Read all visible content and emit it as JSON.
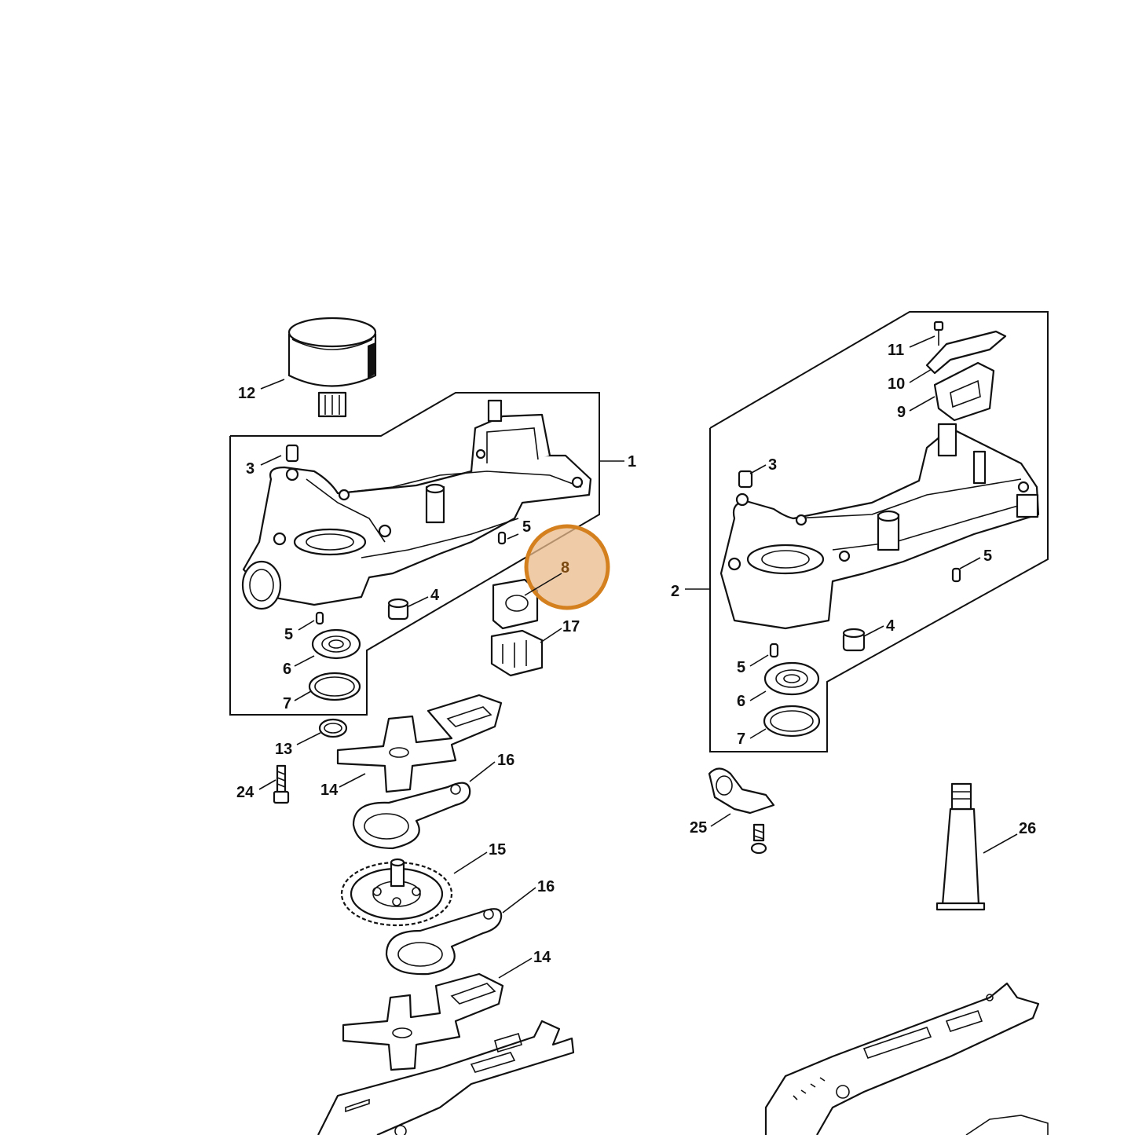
{
  "colors": {
    "line": "#111111",
    "background": "#ffffff",
    "highlight_fill": "#e9b98a",
    "highlight_stroke": "#d4801e"
  },
  "highlighted_part": "8",
  "callouts": [
    "12",
    "3",
    "1",
    "5",
    "8",
    "4",
    "5",
    "17",
    "6",
    "7",
    "13",
    "24",
    "14",
    "16",
    "15",
    "16",
    "14",
    "11",
    "10",
    "9",
    "3",
    "2",
    "5",
    "4",
    "5",
    "6",
    "7",
    "25",
    "26"
  ]
}
